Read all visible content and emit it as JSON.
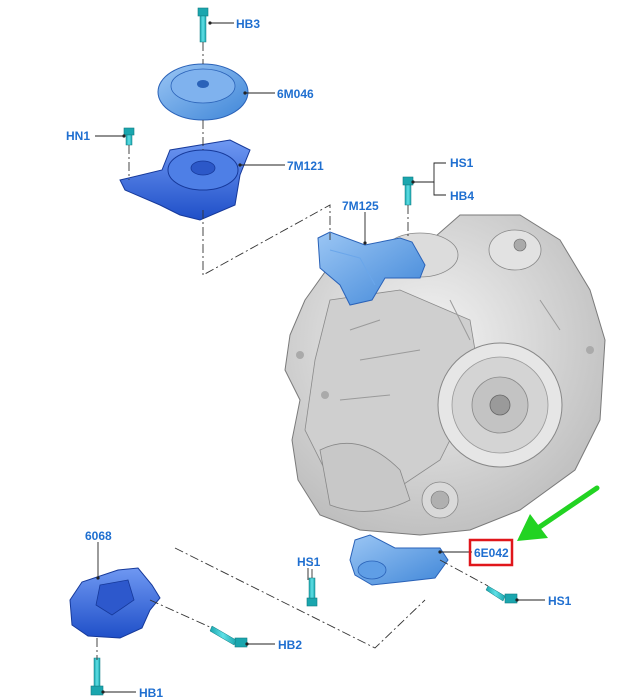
{
  "labels": {
    "hb3": "HB3",
    "p6m046": "6M046",
    "hn1": "HN1",
    "p7m121": "7M121",
    "hs1_top": "HS1",
    "hb4": "HB4",
    "p7m125": "7M125",
    "p6068": "6068",
    "hs1_left": "HS1",
    "p6e042": "6E042",
    "hs1_right": "HS1",
    "hb2": "HB2",
    "hb1": "HB1"
  },
  "highlight": {
    "part": "6E042",
    "box_color": "#e0161b",
    "arrow_color": "#22d322"
  },
  "colors": {
    "mount_blue": "#3a6fe0",
    "bolt_cyan": "#28c0c8",
    "label_blue": "#1f6fd0",
    "housing_gray": "#d9d9d9"
  },
  "icons": [
    "bolt-icon",
    "mount-bracket-icon",
    "transmission-icon",
    "arrow-icon"
  ]
}
